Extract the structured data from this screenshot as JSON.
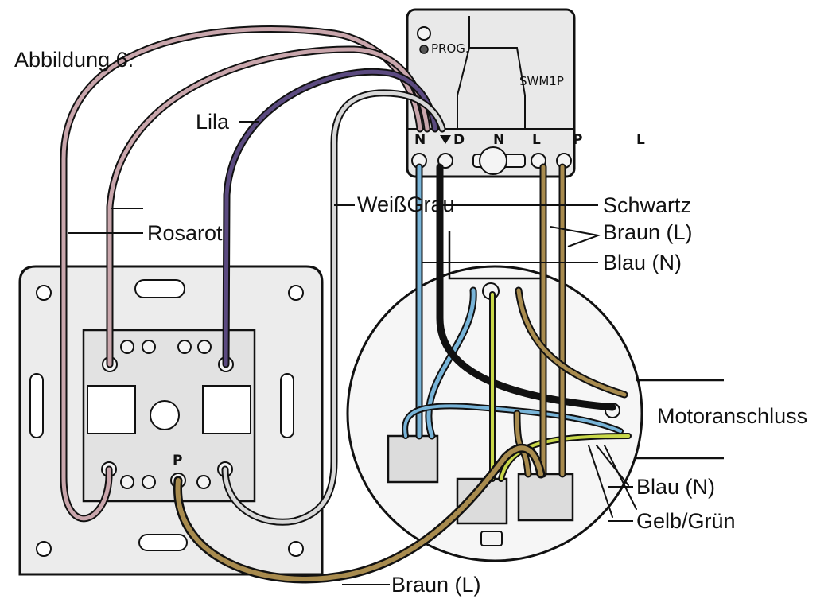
{
  "figure_label": "Abbildung 6.",
  "module": {
    "name": "SWM1P",
    "prog_label": "PROG.",
    "terminals": [
      "N",
      "D",
      "N",
      "L",
      "P",
      "L"
    ]
  },
  "switch_terminal_label": "P",
  "wire_labels": {
    "lila": "Lila",
    "rosarot": "Rosarot",
    "weissgrau": "WeißGrau",
    "schwartz": "Schwartz",
    "braun_top": "Braun (L)",
    "blau_top": "Blau (N)",
    "motor": "Motoranschluss",
    "blau_bottom": "Blau (N)",
    "gelbgruen": "Gelb/Grün",
    "braun_bottom": "Braun (L)"
  },
  "colors": {
    "lila": "#5b4a80",
    "rosarot": "#c9a6ac",
    "weissgrau": "#d8d8d8",
    "schwarz": "#111111",
    "braun": "#a88b4e",
    "blau": "#78b4d8",
    "gelbgruen": "#c9d84a"
  }
}
